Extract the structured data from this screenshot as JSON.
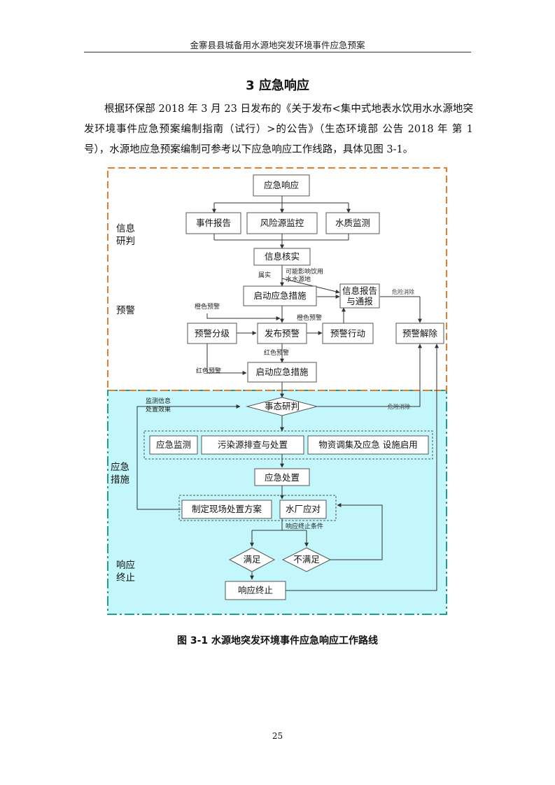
{
  "header": {
    "text": "金寨县县城备用水源地突发环境事件应急预案"
  },
  "section": {
    "title": "3  应急响应"
  },
  "paragraph": {
    "text": "根据环保部 2018 年 3 月 23 日发布的《关于发布<集中式地表水饮用水水源地突发环境事件应急预案编制指南（试行）>的公告》（生态环境部  公告 2018 年  第 1 号），水源地应急预案编制可参考以下应急响应工作线路，具体见图 3-1。"
  },
  "figure": {
    "phases": {
      "info": [
        "信息",
        "研判"
      ],
      "warning": "预警",
      "measures": [
        "应急",
        "措施"
      ],
      "termination": [
        "响应",
        "终止"
      ]
    },
    "nodes": {
      "response": "应急响应",
      "event_report": "事件报告",
      "risk_monitor": "风险源监控",
      "water_quality": "水质监测",
      "info_verify": "信息核实",
      "start_measures_1": "启动应急措施",
      "report_notify": [
        "信息报告",
        "与通报"
      ],
      "warning_level": "预警分级",
      "issue_warning": "发布预警",
      "warning_action": "预警行动",
      "lift_warning": "预警解除",
      "start_measures_2": "启动应急措施",
      "situation_judge": "事态研判",
      "emergency_monitor": "应急监测",
      "pollution_check": "污染源排查与处置",
      "material_dispatch": "物资调集及应急 设施启用",
      "emergency_handle": "应急处置",
      "site_plan": "制定现场处置方案",
      "water_plant": "水厂应对",
      "satisfied": "满足",
      "unsatisfied": "不满足",
      "response_end": "响应终止"
    },
    "labels": {
      "confirmed": "属实",
      "may_affect": [
        "可能影响饮用",
        "水水源地"
      ],
      "orange_1": "橙色预警",
      "orange_2": "橙色预警",
      "red_1": "红色预警",
      "red_2": "红色预警",
      "danger_clear_1": "危险消除",
      "danger_clear_2": "危险消除",
      "monitor_info": [
        "监测信息",
        "处置效果"
      ],
      "end_condition": "响应终止条件"
    }
  },
  "caption": {
    "text": "图 3-1    水源地突发环境事件应急响应工作路线"
  },
  "page": {
    "number": "25"
  }
}
